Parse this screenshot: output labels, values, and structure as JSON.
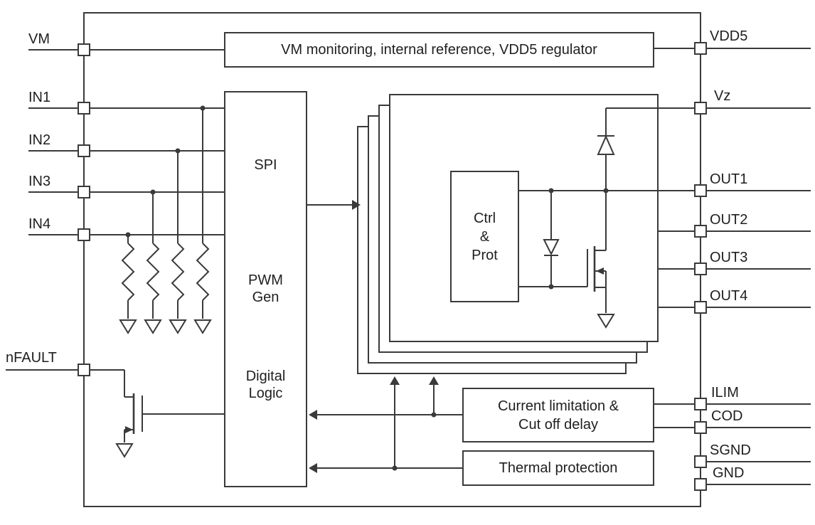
{
  "pins": {
    "left": [
      {
        "name": "VM"
      },
      {
        "name": "IN1"
      },
      {
        "name": "IN2"
      },
      {
        "name": "IN3"
      },
      {
        "name": "IN4"
      },
      {
        "name": "nFAULT"
      }
    ],
    "right": [
      {
        "name": "VDD5"
      },
      {
        "name": "Vz"
      },
      {
        "name": "OUT1"
      },
      {
        "name": "OUT2"
      },
      {
        "name": "OUT3"
      },
      {
        "name": "OUT4"
      },
      {
        "name": "ILIM"
      },
      {
        "name": "COD"
      },
      {
        "name": "SGND"
      },
      {
        "name": "GND"
      }
    ]
  },
  "blocks": {
    "vm_monitor": {
      "label": "VM monitoring, internal reference, VDD5 regulator"
    },
    "logic": {
      "spi": "SPI",
      "pwm_line1": "PWM",
      "pwm_line2": "Gen",
      "digital_line1": "Digital",
      "digital_line2": "Logic"
    },
    "ctrl": {
      "line1": "Ctrl",
      "line2": "&",
      "line3": "Prot"
    },
    "current_limit": {
      "line1": "Current limitation &",
      "line2": "Cut off delay"
    },
    "thermal": {
      "label": "Thermal protection"
    }
  },
  "symbols": {
    "pin_pad": "small-square-pad",
    "pulldown_resistor": "zigzag-resistor",
    "ground": "open-down-triangle",
    "nfault_transistor": "n-mosfet",
    "output_transistor": "n-mosfet",
    "vz_diode": "diode-to-vz",
    "gate_diode": "zener-diode",
    "junction": "filled-dot",
    "signal_arrow": "filled-arrowhead"
  },
  "colors": {
    "line": "#3a3a3a",
    "background": "#ffffff",
    "text": "#1f1f1f"
  }
}
